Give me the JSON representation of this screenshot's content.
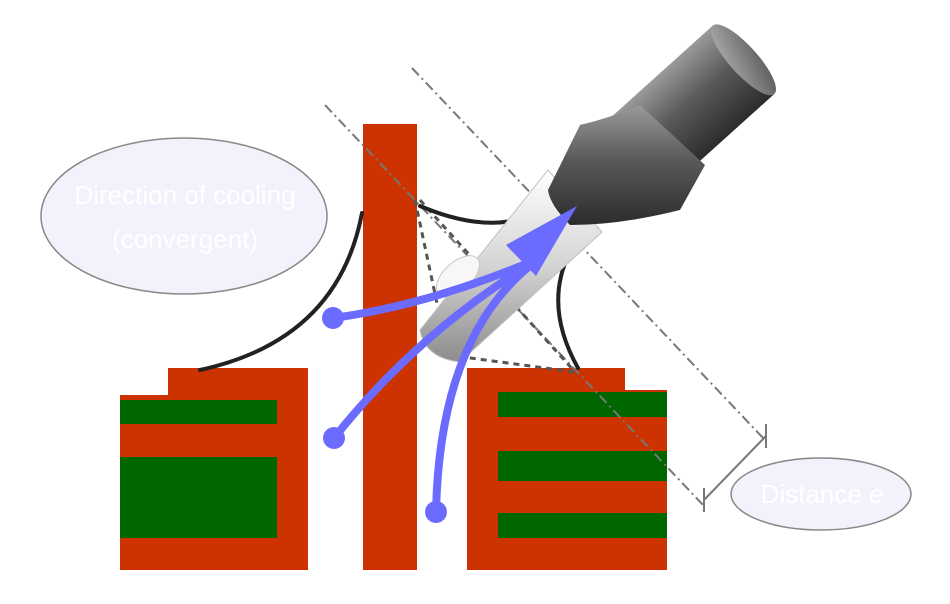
{
  "labels": {
    "cooling_line1": "Direction of cooling",
    "cooling_line2": "(convergent)",
    "distance_word": "Distance",
    "distance_symbol": "e"
  },
  "colors": {
    "plate": "#cc3300",
    "layer": "#006600",
    "arrow": "#6b6bff",
    "callout_fill": "#f2f2fc",
    "callout_stroke": "#888888",
    "nozzle_dark": "#5a5a5a",
    "nozzle_light": "#d8d8d8",
    "guide_line": "#777777",
    "curve": "#222222"
  },
  "icons": [
    "cooling-nozzle-icon",
    "cooling-flow-arrow-icon"
  ]
}
